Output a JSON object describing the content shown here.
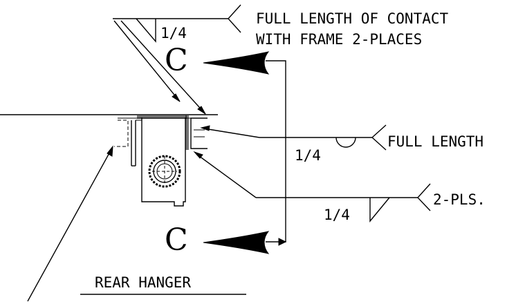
{
  "notes": {
    "frame_contact_line1": "FULL LENGTH OF CONTACT",
    "frame_contact_line2": "WITH FRAME 2-PLACES",
    "full_length": "FULL LENGTH",
    "two_places": "2-PLS."
  },
  "weld_sizes": {
    "top": "1/4",
    "middle": "1/4",
    "bottom": "1/4"
  },
  "centerline_symbol": "C",
  "caption": "REAR HANGER"
}
